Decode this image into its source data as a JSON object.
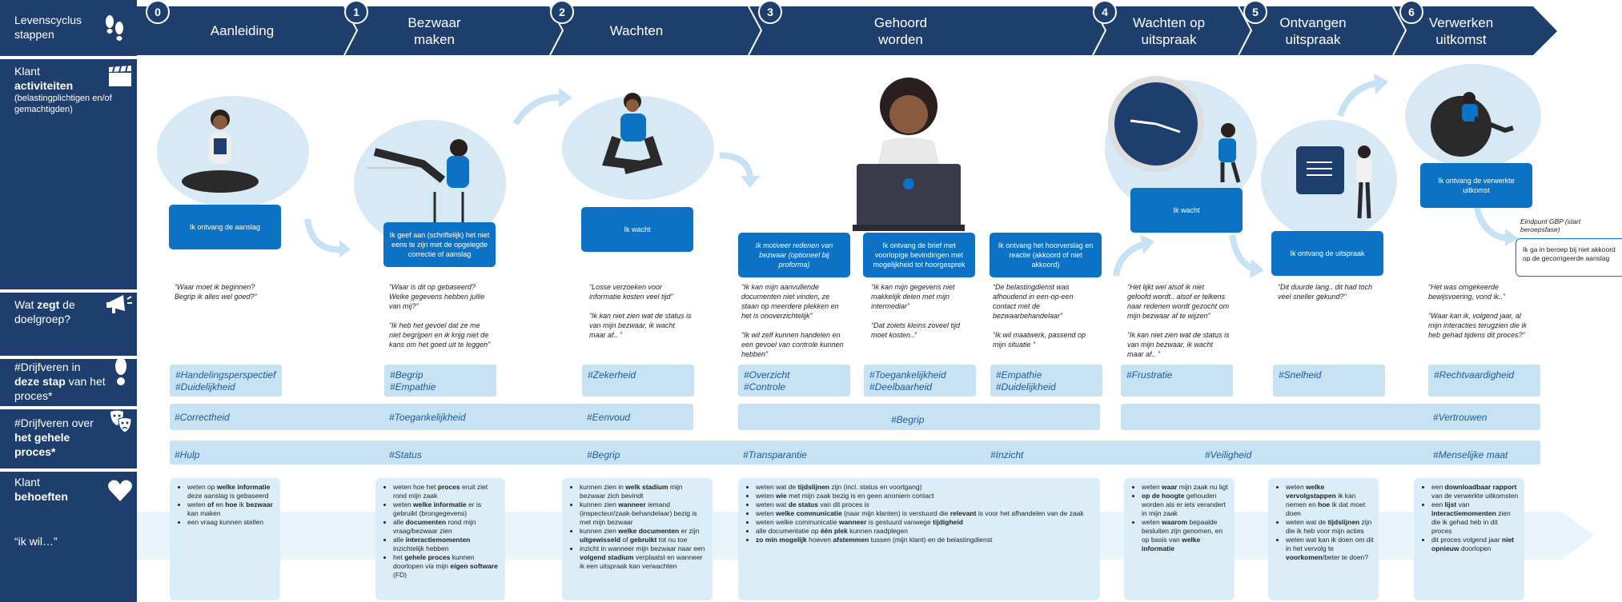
{
  "sidebar": {
    "lifecycle_l1": "Levenscyclus",
    "lifecycle_l2": "stappen",
    "activities_l1": "Klant",
    "activities_l2": "activiteiten",
    "activities_l3": "(belastingplichtigen en/of",
    "activities_l4": "gemachtigden)",
    "says_l1a": "Wat ",
    "says_l1b": "zegt",
    "says_l1c": " de",
    "says_l2": "doelgroep?",
    "drivers_step_l1": "#Drijfveren in",
    "drivers_step_l2a": "deze stap",
    "drivers_step_l2b": " van het",
    "drivers_step_l3": "proces*",
    "drivers_whole_l1": "#Drijfveren over",
    "drivers_whole_l2": "het gehele",
    "drivers_whole_l3": "proces*",
    "needs_l1": "Klant",
    "needs_l2": "behoeften",
    "needs_l3": "“ik wil…”"
  },
  "steps": [
    {
      "num": "0",
      "label": "Aanleiding"
    },
    {
      "num": "1",
      "label": "Bezwaar\nmaken"
    },
    {
      "num": "2",
      "label": "Wachten"
    },
    {
      "num": "3",
      "label": "Gehoord\nworden"
    },
    {
      "num": "4",
      "label": "Wachten op\nuitspraak"
    },
    {
      "num": "5",
      "label": "Ontvangen\nuitspraak"
    },
    {
      "num": "6",
      "label": "Verwerken\nuitkomst"
    }
  ],
  "activities": [
    "Ik ontvang de aanslag",
    "Ik geef aan (schriftelijk) het niet eens te zijn met de opgelegde correctie of aanslag",
    "Ik wacht",
    "Ik motiveer redenen van bezwaar (optioneel bij proforma)",
    "Ik ontvang de brief met voorlopige bevindingen met mogelijkheid tot hoorgesprek",
    "Ik ontvang het hoorverslag en reactie (akkoord of niet akkoord)",
    "Ik wacht",
    "Ik ontvang de uitspraak",
    "Ik ontvang de verwerkte uitkomst"
  ],
  "endpoint": {
    "label": "Eindpunt GBP (start beroepsfase)",
    "text": "Ik ga in beroep bij niet akkoord op de gecorrigeerde aanslag"
  },
  "quotes": [
    "“Waar moet ik beginnen?\nBegrip ik alles wel goed?”",
    "“Waar is dit op gebaseerd?\nWelke gegevens hebben jullie\nvan mij?”\n\n“Ik heb het gevoel dat ze me\nniet begrijpen en ik krijg niet de\nkans om het goed uit te leggen”",
    "“Losse verzoeken voor\ninformatie kosten veel tijd”\n\n“Ik kan niet zien wat de status is\nvan mijn bezwaar, ik wacht\nmaar af.. ”",
    "“Ik kan mijn aanvullende\ndocumenten niet vinden, ze\nstaan op meerdere plekken en\nhet is onoverzichtelijk”\n\n“Ik wil zelf kunnen handelen en\neen gevoel van controle kunnen\nhebben”",
    "“Ik kan mijn gegevens niet\nmakkelijk delen met mijn\nintermediar”\n\n“Dat zoiets kleins zoveel tijd\nmoet kosten..”",
    "“De belastingdienst was\nafhoudend in een-op-een\ncontact met de\nbezwaarbehandelaar”\n\n“Ik wil maatwerk, passend op\nmijn situatie ”",
    "“Het lijkt wel alsof ik niet\ngeloofd wordt.. alsof er telkens\nnaar redenen wordt gezocht om\nmijn bezwaar af te wijzen”\n\n“Ik kan niet zien wat de status is\nvan mijn bezwaar, ik wacht\nmaar af.. ”",
    "“Dit duurde lang.. dit had toch\nveel sneller gekund?”",
    "“Het was omgekeerde\nbewijsvoering, vond ik..”\n\n“Waar kan ik, volgend jaar, al\nmijn interacties terugzien die ik\nheb gehad tijdens dit proces?”"
  ],
  "drivers_step": [
    "#Handelingsperspectief\n#Duidelijkheid",
    "#Begrip\n#Empathie",
    "#Zekerheid",
    "#Overzicht\n#Controle",
    "#Toegankelijkheid\n#Deelbaarheid",
    "#Empathie\n#Duidelijkheid",
    "#Frustratie",
    "#Snelheid",
    "#Rechtvaardigheid"
  ],
  "drivers_whole_row1": [
    "#Correctheid",
    "#Toegankelijkheid",
    "#Eenvoud",
    "#Begrip",
    "#Vertrouwen"
  ],
  "drivers_whole_row2": [
    "#Hulp",
    "#Status",
    "#Begrip",
    "#Transparantie",
    "#Inzicht",
    "#Veiligheid",
    "#Menselijke maat"
  ],
  "needs": [
    [
      "weten op welke informatie deze aanslag is gebaseerd",
      "weten of en hoe ik bezwaar kan maken",
      "een vraag kunnen stellen"
    ],
    [
      "weten hoe het proces eruit ziet rond mijn zaak",
      "weten welke informatie er is gebruikt (brongegevens)",
      "alle documenten rond mijn vraag/bezwaar zien",
      "alle interactiemomenten inzichtelijk hebben",
      "het gehele proces kunnen doorlopen via mijn eigen software (FD)"
    ],
    [
      "kunnen zien in welk stadium mijn bezwaar zich bevindt",
      "kunnen zien wanneer iemand (inspecteur/zaak-behandelaar) bezig is met mijn bezwaar",
      "kunnen zien welke documenten er zijn uitgewisseld of gebruikt tot nu toe",
      "inzicht in wanneer mijn bezwaar naar een volgend stadium verplaatst en wanneer ik een uitspraak kan verwachten"
    ],
    [
      "weten wat de tijdslijnen zijn (incl. status en voortgang)",
      "weten wie met mijn zaak bezig is en geen anoniem contact",
      "weten wat de status van dit proces is",
      "weten welke communicatie (naar mijn klanten) is verstuurd die relevant is voor het afhandelen van de zaak",
      "weten welke communicatie wanneer is gestuurd vanwege tijdigheid",
      "alle documentatie op één plek kunnen raadplegen",
      "zo min mogelijk hoeven afstemmen tussen (mijn klant) en de belastingdienst"
    ],
    [
      "weten waar mijn zaak nu ligt",
      "op de hoogte gehouden worden als er iets verandert in mijn zaak",
      "weten waarom bepaalde besluiten zijn genomen, en op basis van welke informatie"
    ],
    [
      "weten welke vervolgstappen ik kan nemen en hoe ik dat moet doen",
      "weten wat de tijdslijnen zijn die ik heb voor mijn acties",
      "weten wat kan ik doen om dit in het vervolg te voorkomen/beter te doen?"
    ],
    [
      "een downloadbaar rapport van de verwerkte uitkomsten",
      "een lijst van interactiemomenten zien die ik gehad heb in dit proces",
      "dit proces volgend jaar niet opnieuw doorlopen"
    ]
  ],
  "icons": [
    "footprints-icon",
    "clapperboard-icon",
    "megaphone-icon",
    "footprint-icon",
    "theater-masks-icon",
    "heart-icon"
  ],
  "colors": {
    "navy": "#1e3f6e",
    "accent": "#0b72c6",
    "tag_bg": "#c6e2f3",
    "tag_text": "#1e5a9a",
    "needs_bg": "#dbeef8"
  }
}
